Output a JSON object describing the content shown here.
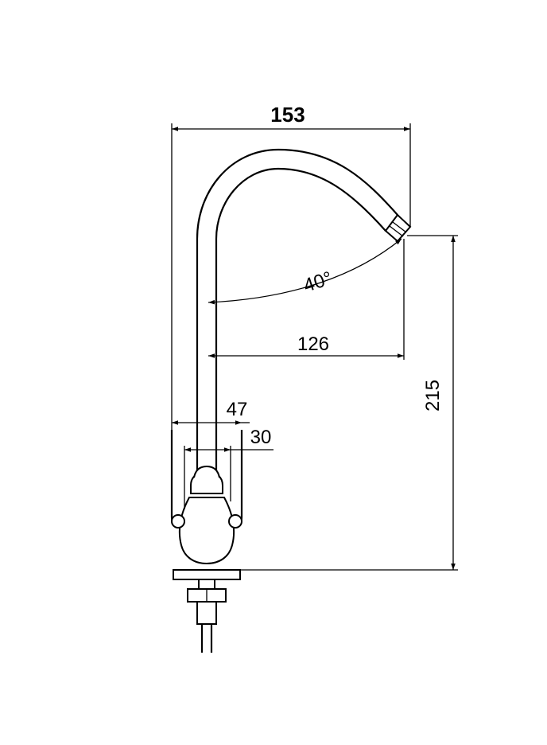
{
  "drawing": {
    "dimensions": {
      "overall_width": "153",
      "spout_reach": "126",
      "spout_angle": "40°",
      "overall_height": "215",
      "handle_width": "47",
      "body_width": "30"
    },
    "colors": {
      "line": "#000000",
      "background": "#ffffff"
    }
  }
}
